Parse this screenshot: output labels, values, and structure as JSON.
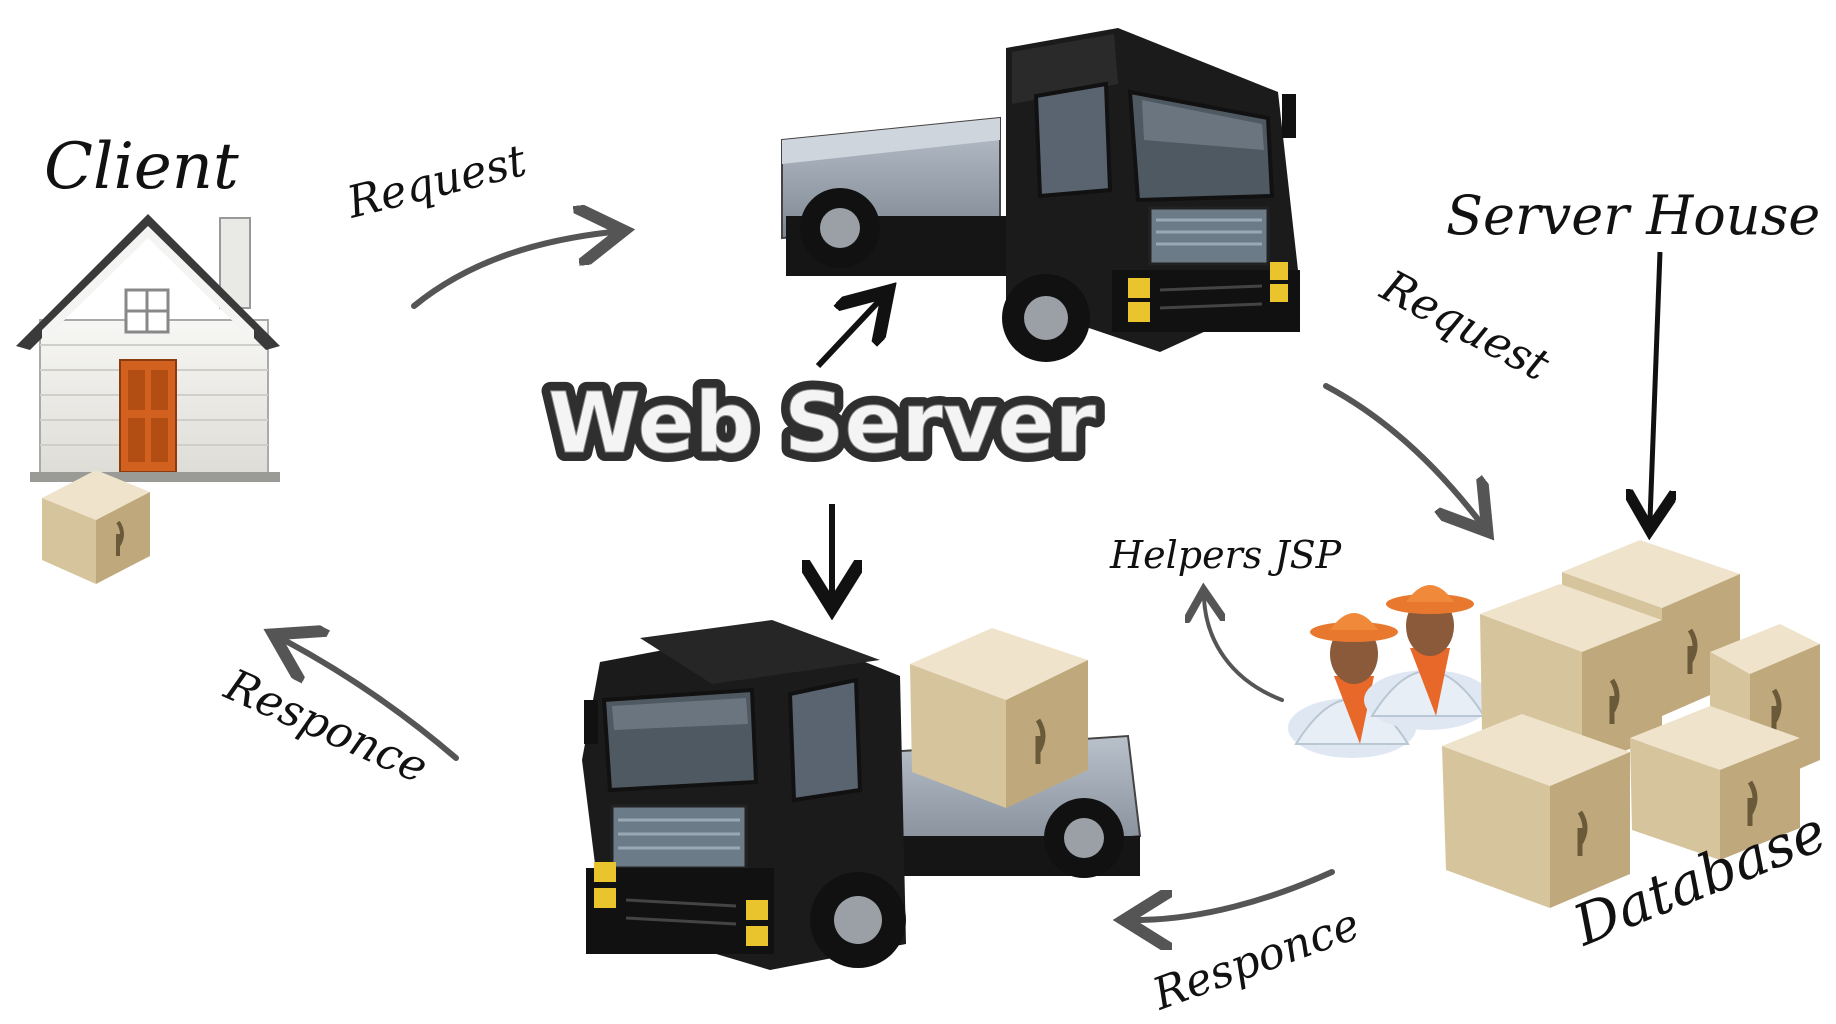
{
  "labels": {
    "client": "Client",
    "request_top": "Request",
    "server_house": "Server House",
    "request_right": "Request",
    "web_server": "Web Server",
    "helpers": "Helpers JSP",
    "response_left": "Responce",
    "response_bottom": "Responce",
    "database": "Database"
  },
  "colors": {
    "truck_body": "#1b1b1b",
    "truck_bed": "#a9b2bd",
    "box": "#d8c6a0",
    "door": "#d2601e",
    "helper_shirt": "#e8682a",
    "arrow": "#555555"
  }
}
